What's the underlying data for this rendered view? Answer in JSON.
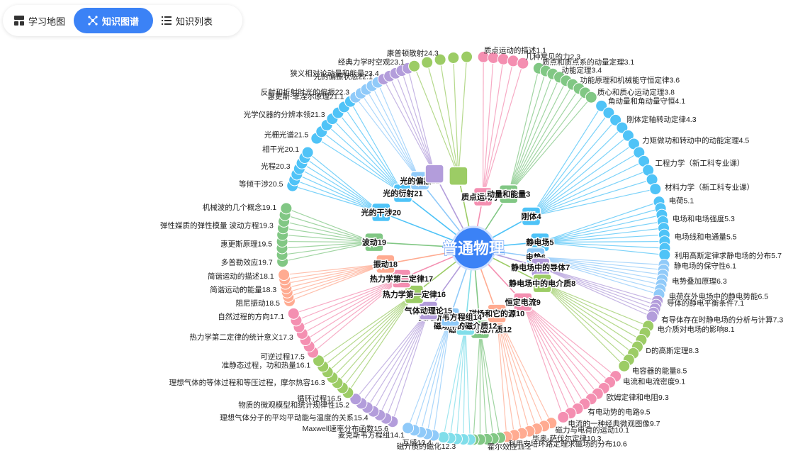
{
  "tabs": [
    {
      "label": "学习地图",
      "icon": "layout-icon",
      "active": false
    },
    {
      "label": "知识图谱",
      "icon": "graph-icon",
      "active": true
    },
    {
      "label": "知识列表",
      "icon": "list-icon",
      "active": false
    }
  ],
  "accent": "#3b82f6",
  "center": {
    "label": "普通物理",
    "color": "#3b82f6"
  },
  "groups": [
    {
      "label": "质点运动学1",
      "color": "#f48fb1",
      "leaves": [
        "质点运动的描述1.1",
        "几种常见的力2.3"
      ]
    },
    {
      "label": "动量和能量3",
      "color": "#81c784",
      "leaves": [
        "质点和质点系的动量定理3.1",
        "动能定理3.4",
        "功能原理和机械能守恒定律3.6",
        "质心和质心运动定理3.8"
      ]
    },
    {
      "label": "刚体4",
      "color": "#4fc3f7",
      "leaves": [
        "角动量和角动量守恒4.1",
        "刚体定轴转动定律4.3",
        "力矩做功和转动中的动能定理4.5",
        "工程力学（新工科专业课）",
        "材料力学（新工科专业课）"
      ]
    },
    {
      "label": "静电场5",
      "color": "#4fc3f7",
      "leaves": [
        "电荷5.1",
        "电场和电场强度5.3",
        "电场线和电通量5.5",
        "利用高斯定律求静电场的分布5.7"
      ]
    },
    {
      "label": "电势6",
      "color": "#90caf9",
      "leaves": [
        "静电场的保守性6.1",
        "电势叠加原理6.3",
        "电荷在外电场中的静电势能6.5"
      ]
    },
    {
      "label": "静电场中的导体7",
      "color": "#b39ddb",
      "leaves": [
        "导体的静电平衡条件7.1",
        "有导体存在时静电场的分析与计算7.3"
      ]
    },
    {
      "label": "静电场中的电介质8",
      "color": "#9ccc65",
      "leaves": [
        "电介质对电场的影响8.1",
        "D的高斯定理8.3",
        "电容器的能量8.5"
      ]
    },
    {
      "label": "恒定电流9",
      "color": "#f48fb1",
      "leaves": [
        "电流和电流密度9.1",
        "欧姆定律和电阻9.3",
        "有电动势的电路9.5",
        "电流的一种经典微观图像9.7"
      ]
    },
    {
      "label": "磁场和它的源10",
      "color": "#ffab91",
      "leaves": [
        "磁力与电荷的运动10.1",
        "毕奥-萨伐尔定律10.3",
        "利用安培环路定理求磁场的分布10.6"
      ]
    },
    {
      "label": "磁场中的磁介质12",
      "color": "#81c784",
      "leaves": [
        "霍尔效应11.2"
      ]
    },
    {
      "label": "磁场中的磁介质12",
      "color": "#80deea",
      "leaves": [
        "磁介质的磁化12.3"
      ]
    },
    {
      "label": "麦克斯韦方程组14",
      "color": "#90caf9",
      "leaves": [
        "互感13.4",
        "麦克斯韦方程组14.1"
      ]
    },
    {
      "label": "气体动理论15",
      "color": "#b39ddb",
      "leaves": [
        "Maxwell速率分布函数15.6",
        "理想气体分子的平均平动能与温度的关系15.4",
        "物质的微观模型和统计规律性15.2"
      ]
    },
    {
      "label": "热力学第一定律16",
      "color": "#9ccc65",
      "leaves": [
        "循环过程16.5",
        "理想气体的等体过程和等压过程，摩尔热容16.3",
        "准静态过程，功和热量16.1"
      ]
    },
    {
      "label": "热力学第二定律17",
      "color": "#f48fb1",
      "leaves": [
        "可逆过程17.5",
        "热力学第二定律的统计意义17.3",
        "自然过程的方向17.1"
      ]
    },
    {
      "label": "振动18",
      "color": "#ffab91",
      "leaves": [
        "阻尼振动18.5",
        "简谐运动的能量18.3",
        "简谐运动的描述18.1"
      ]
    },
    {
      "label": "波动19",
      "color": "#81c784",
      "leaves": [
        "多普勒效应19.7",
        "惠更斯原理19.5",
        "弹性媒质的弹性模量  波动方程19.3",
        "机械波的几个概念19.1"
      ]
    },
    {
      "label": "光的干涉20",
      "color": "#4fc3f7",
      "leaves": [
        "等倾干涉20.5",
        "光程20.3",
        "相干光20.1"
      ]
    },
    {
      "label": "光的衍射21",
      "color": "#4fc3f7",
      "leaves": [
        "光栅光谱21.5",
        "光学仪器的分辨本领21.3",
        "惠更斯-菲涅尔原理21.1"
      ]
    },
    {
      "label": "光的偏振22",
      "color": "#90caf9",
      "leaves": [
        "反射和折射时光的偏振22.3",
        "光的偏振状态22.1"
      ]
    },
    {
      "label": "",
      "color": "#b39ddb",
      "leaves": [
        "狭义相对论动量和能量23.4",
        "经典力学时空观23.1"
      ]
    },
    {
      "label": "",
      "color": "#9ccc65",
      "leaves": [
        "康普顿散射24.3"
      ]
    }
  ]
}
